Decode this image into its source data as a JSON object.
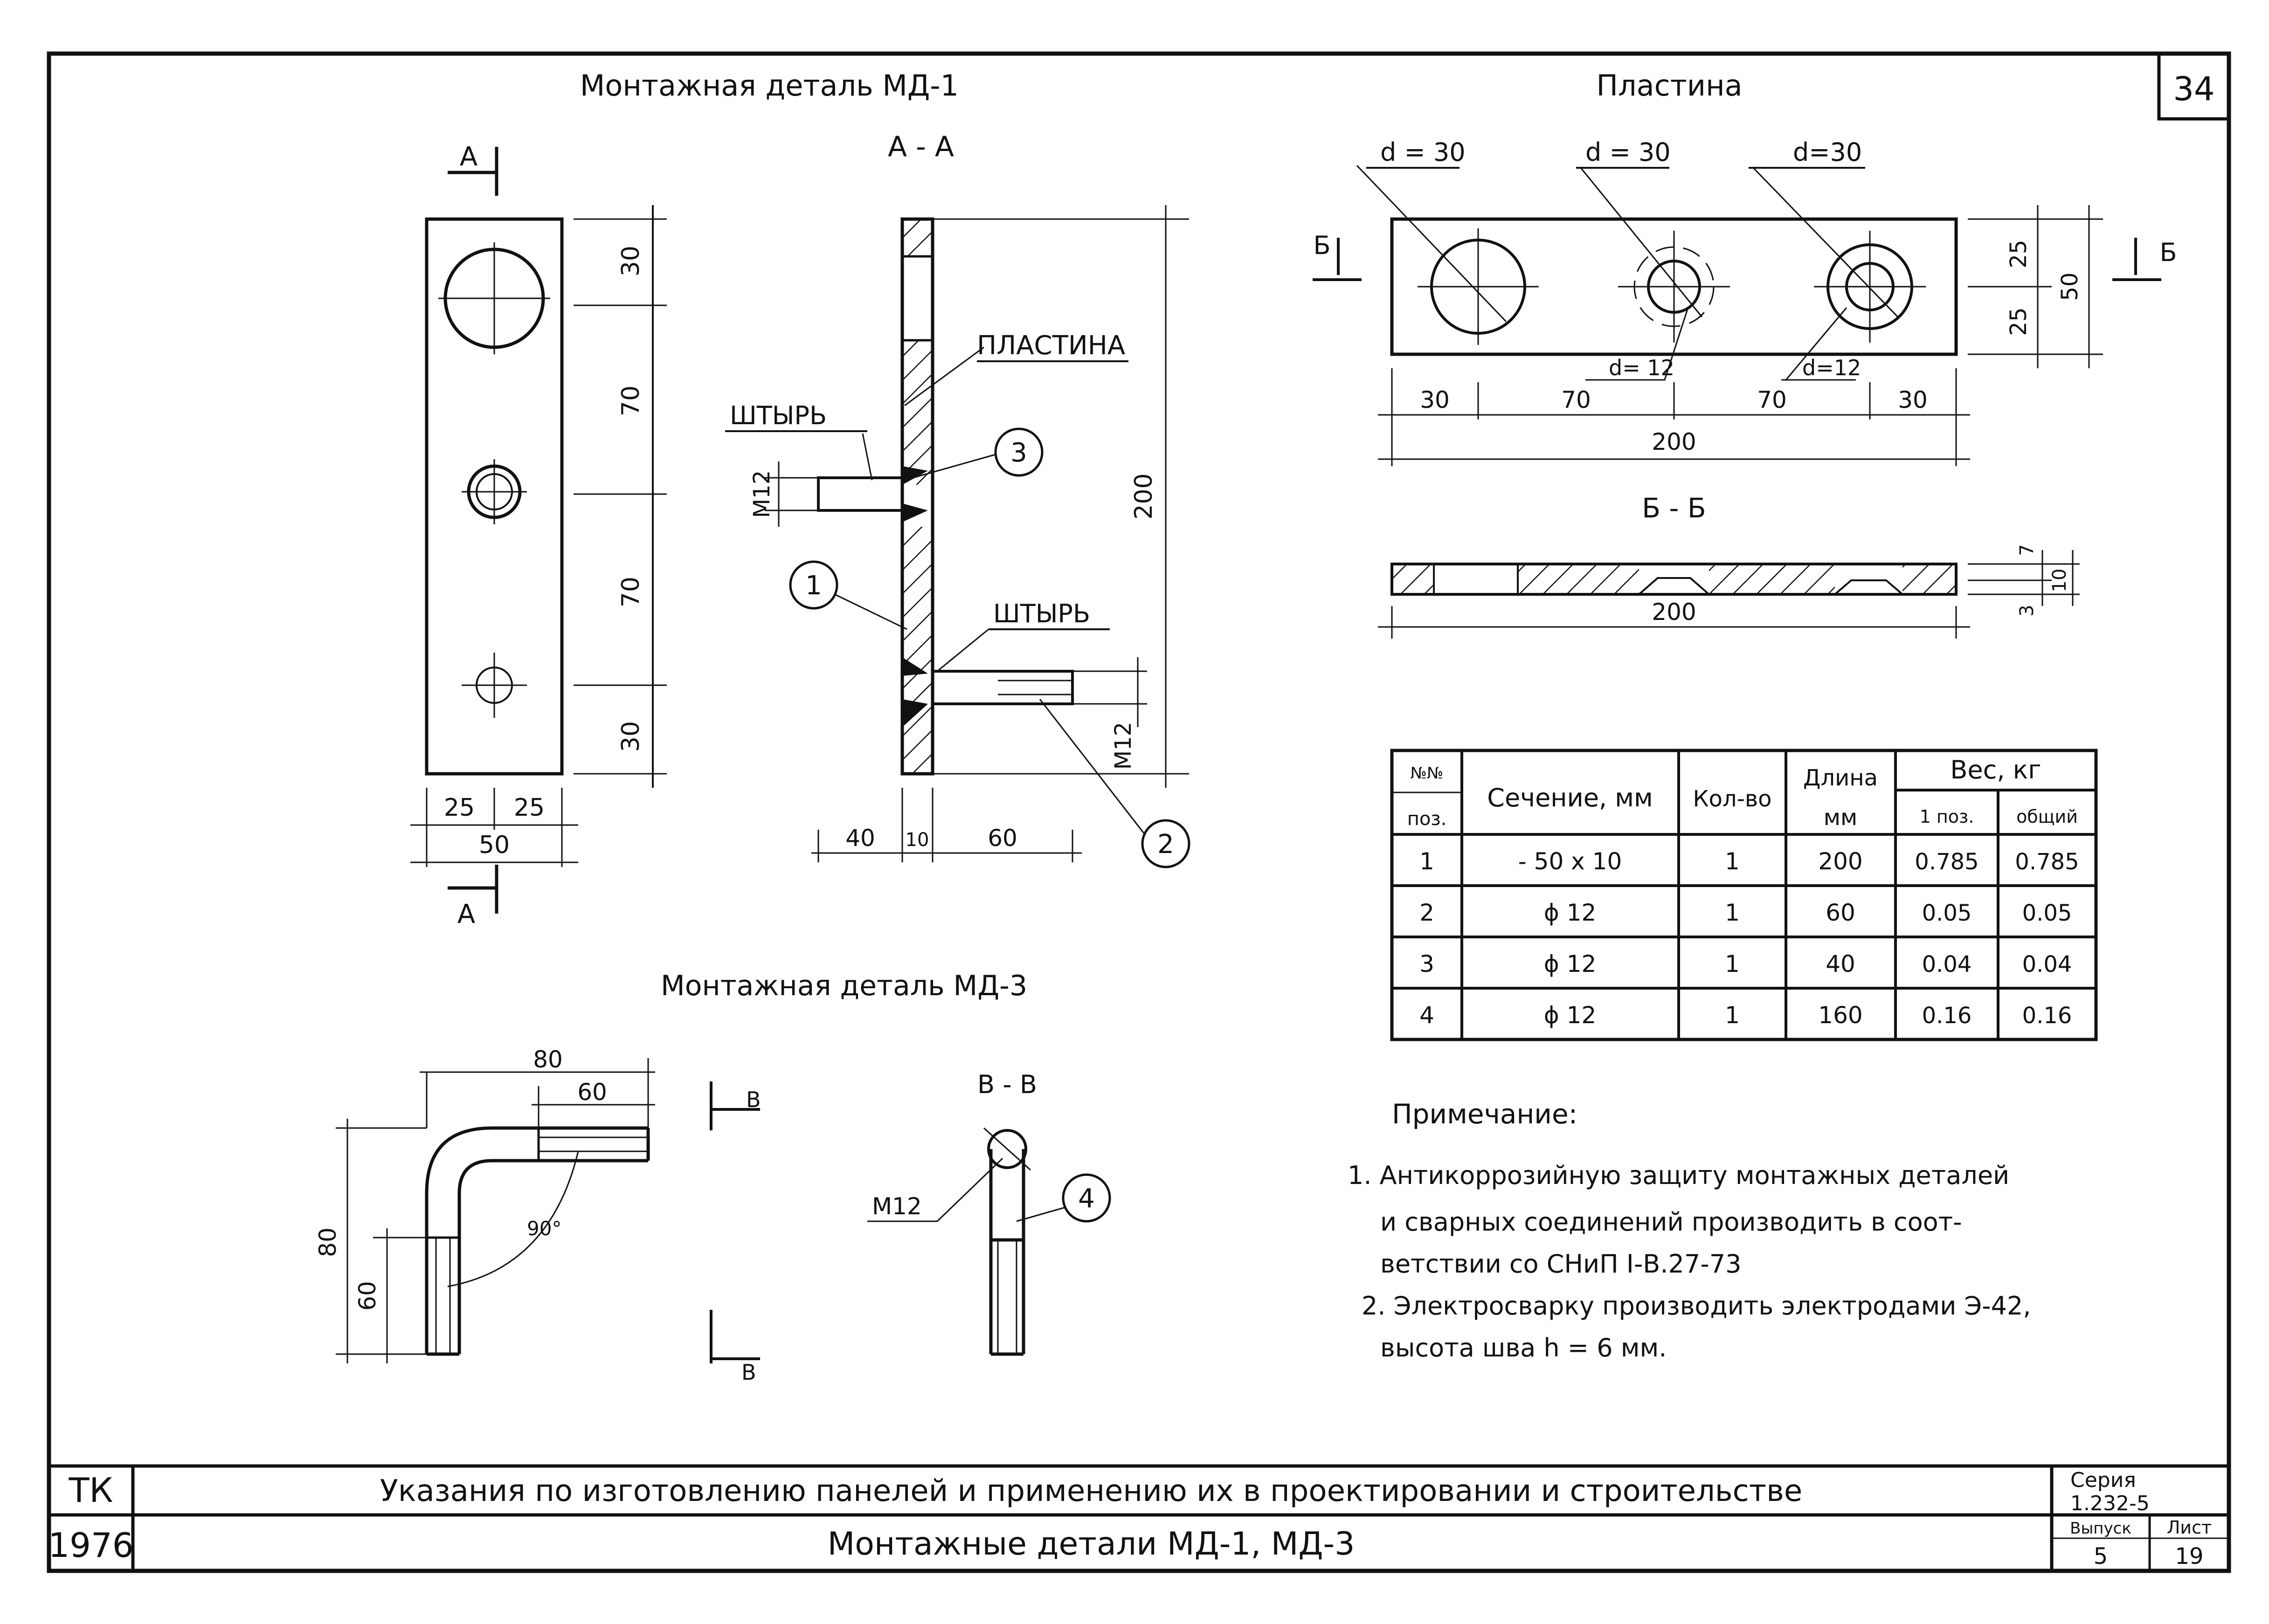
{
  "sheet_corner": "34",
  "md1": {
    "title": "Монтажная деталь МД-1",
    "section_mark": "А",
    "section_title": "А - А",
    "dims_vertical": [
      "30",
      "70",
      "70",
      "30"
    ],
    "dims_width": [
      "25",
      "25",
      "50"
    ],
    "dim_total_height": "200",
    "dims_bottom": [
      "40",
      "10",
      "60"
    ],
    "label_plate": "ПЛАСТИНА",
    "label_pin1": "ШТЫРЬ",
    "label_pin2": "ШТЫРЬ",
    "thread1": "М12",
    "thread2": "М12",
    "callouts": [
      "1",
      "2",
      "3"
    ]
  },
  "plate": {
    "title": "Пластина",
    "d_labels_top": [
      "d = 30",
      "d = 30",
      "d=30"
    ],
    "d_labels_small": [
      "d= 12",
      "d=12"
    ],
    "section_mark": "Б",
    "dims_right": [
      "25",
      "25",
      "50"
    ],
    "dims_bottom": [
      "30",
      "70",
      "70",
      "30"
    ],
    "dim_total": "200",
    "section_title": "Б - Б",
    "section_dim_total": "200",
    "section_dims_right": [
      "7",
      "3",
      "10"
    ]
  },
  "md3": {
    "title": "Монтажная деталь МД-3",
    "dims_top": [
      "80",
      "60"
    ],
    "dims_left": [
      "80",
      "60"
    ],
    "angle": "90°",
    "section_mark": "В",
    "section_title": "В - В",
    "thread": "М12",
    "callout": "4"
  },
  "table": {
    "headers": {
      "pos_a": "№№",
      "pos_b": "поз.",
      "section": "Сечение, мм",
      "qty": "Кол-во",
      "length_a": "Длина",
      "length_b": "мм",
      "weight": "Вес, кг",
      "w_one": "1 поз.",
      "w_total": "общий"
    },
    "rows": [
      {
        "pos": "1",
        "section": "- 50 x 10",
        "qty": "1",
        "length": "200",
        "w1": "0.785",
        "wt": "0.785"
      },
      {
        "pos": "2",
        "section": "ϕ 12",
        "qty": "1",
        "length": "60",
        "w1": "0.05",
        "wt": "0.05"
      },
      {
        "pos": "3",
        "section": "ϕ 12",
        "qty": "1",
        "length": "40",
        "w1": "0.04",
        "wt": "0.04"
      },
      {
        "pos": "4",
        "section": "ϕ 12",
        "qty": "1",
        "length": "160",
        "w1": "0.16",
        "wt": "0.16"
      }
    ]
  },
  "notes": {
    "title": "Примечание:",
    "lines": [
      "1. Антикоррозийную защиту монтажных деталей",
      "и сварных соединений производить в соот-",
      "ветствии со СНиП I-В.27-73",
      "2. Электросварку производить электродами Э-42,",
      "высота шва h = 6 мм."
    ]
  },
  "titleblock": {
    "code": "ТК",
    "year": "1976",
    "title": "Указания по изготовлению панелей и применению их в проектировании и строительстве",
    "subtitle": "Монтажные детали МД-1, МД-3",
    "series_label": "Серия",
    "series_value": "1.232-5",
    "issue_label": "Выпуск",
    "issue_value": "5",
    "sheet_label": "Лист",
    "sheet_value": "19"
  }
}
